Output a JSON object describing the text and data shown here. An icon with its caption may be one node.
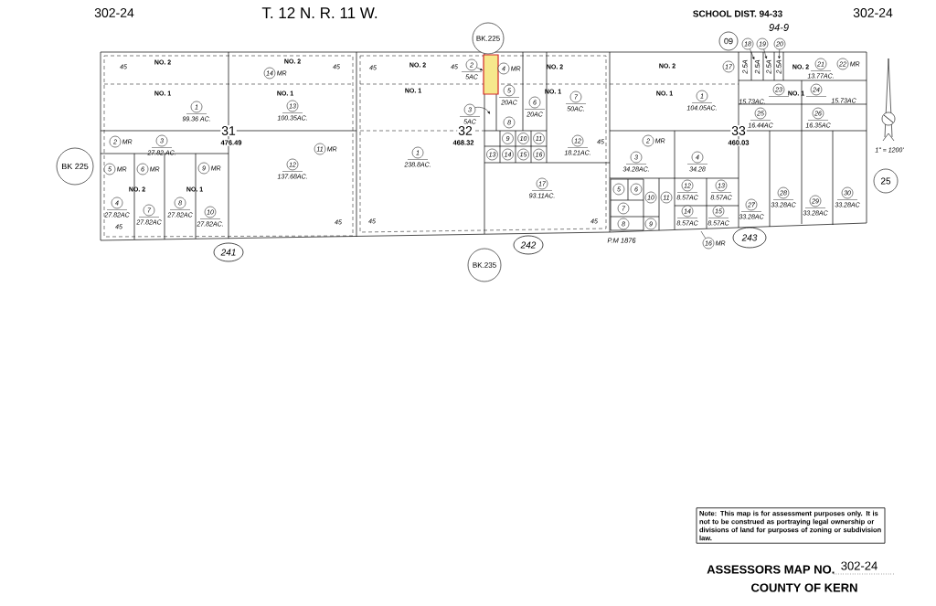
{
  "diagram": {
    "nodes": [
      {
        "text": [
          "BK.225"
        ]
      },
      {
        "text": [
          "09"
        ]
      },
      {
        "text": [
          "18"
        ]
      },
      {
        "text": [
          "19"
        ]
      },
      {
        "text": [
          "20"
        ]
      },
      {
        "text": [
          "14"
        ],
        "beside": [
          "MR"
        ]
      },
      {
        "text": [
          "1"
        ],
        "beside": [
          "99.36 AC."
        ]
      },
      {
        "text": [
          "13"
        ],
        "beside": [
          "100.35AC."
        ]
      },
      {
        "text": [
          "2"
        ],
        "beside": [
          "MR"
        ]
      },
      {
        "text": [
          "3"
        ],
        "beside": [
          "27.82 AC."
        ]
      },
      {
        "text": [
          "11"
        ],
        "beside": [
          "MR"
        ]
      },
      {
        "text": [
          "12"
        ],
        "beside": [
          "137.68AC."
        ]
      },
      {
        "text": [
          "5"
        ],
        "beside": [
          "MR"
        ]
      },
      {
        "text": [
          "6"
        ],
        "beside": [
          "MR"
        ]
      },
      {
        "text": [
          "9"
        ],
        "beside": [
          "MR"
        ]
      },
      {
        "text": [
          "4"
        ],
        "beside": [
          "27.82AC"
        ]
      },
      {
        "text": [
          "7"
        ],
        "beside": [
          "27.82AC"
        ]
      },
      {
        "text": [
          "8"
        ],
        "beside": [
          "27.82AC"
        ]
      },
      {
        "text": [
          "10"
        ],
        "beside": [
          "27.82AC."
        ]
      },
      {
        "text": [
          "BK 225"
        ]
      },
      {
        "text": [
          "2"
        ],
        "beside": [
          "5AC"
        ]
      },
      {
        "text": [],
        "shape": "box"
      },
      {
        "text": [
          "4"
        ],
        "beside": [
          "MR"
        ]
      },
      {
        "text": [
          "5"
        ],
        "beside": [
          "20AC"
        ]
      },
      {
        "text": [
          "6"
        ],
        "beside": [
          "20AC"
        ]
      },
      {
        "text": [
          "7"
        ],
        "beside": [
          "50AC."
        ]
      },
      {
        "text": [
          "3"
        ],
        "beside": [
          "5AC"
        ]
      },
      {
        "text": [
          "8"
        ]
      },
      {
        "text": [
          "9"
        ]
      },
      {
        "text": [
          "10"
        ]
      },
      {
        "text": [
          "11"
        ]
      },
      {
        "text": [
          "13"
        ]
      },
      {
        "text": [
          "14"
        ]
      },
      {
        "text": [
          "15"
        ]
      },
      {
        "text": [
          "16"
        ]
      },
      {
        "text": [
          "12"
        ],
        "beside": [
          "18.21AC."
        ]
      },
      {
        "text": [
          "1"
        ],
        "beside": [
          "238.8AC."
        ]
      },
      {
        "text": [
          "17"
        ],
        "beside": [
          "93.11AC."
        ]
      },
      {
        "text": [
          "17"
        ]
      },
      {
        "text": [
          "2.5A"
        ]
      },
      {
        "text": [
          "2.5A"
        ]
      },
      {
        "text": [
          "2.5A"
        ]
      },
      {
        "text": [
          "2.5A"
        ]
      },
      {
        "text": [
          "21"
        ],
        "beside": [
          "13.77AC."
        ]
      },
      {
        "text": [
          "22"
        ],
        "beside": [
          "MR"
        ]
      },
      {
        "text": [
          "1"
        ],
        "beside": [
          "104.05AC."
        ]
      },
      {
        "text": [
          "23"
        ],
        "beside": [
          "15.73AC."
        ]
      },
      {
        "text": [
          "24"
        ],
        "beside": [
          "15.73AC"
        ]
      },
      {
        "text": [
          "25"
        ],
        "beside": [
          "16.44AC"
        ]
      },
      {
        "text": [
          "26"
        ],
        "beside": [
          "16.35AC"
        ]
      },
      {
        "text": [
          "2"
        ],
        "beside": [
          "MR"
        ]
      },
      {
        "text": [
          "3"
        ],
        "beside": [
          "34.28AC."
        ]
      },
      {
        "text": [
          "4"
        ],
        "beside": [
          "34.28"
        ]
      },
      {
        "text": [
          "12"
        ],
        "beside": [
          "8.57AC"
        ]
      },
      {
        "text": [
          "13"
        ],
        "beside": [
          "8.57AC"
        ]
      },
      {
        "text": [
          "5"
        ]
      },
      {
        "text": [
          "6"
        ]
      },
      {
        "text": [
          "10"
        ]
      },
      {
        "text": [
          "11"
        ]
      },
      {
        "text": [
          "27"
        ],
        "beside": [
          "33.28AC"
        ]
      },
      {
        "text": [
          "28"
        ],
        "beside": [
          "33.28AC"
        ]
      },
      {
        "text": [
          "29"
        ],
        "beside": [
          "33.28AC"
        ]
      },
      {
        "text": [
          "30"
        ],
        "beside": [
          "33.28AC"
        ]
      },
      {
        "text": [
          "7"
        ]
      },
      {
        "text": [
          "14"
        ],
        "beside": [
          "8.57AC"
        ]
      },
      {
        "text": [
          "15"
        ],
        "beside": [
          "8.57AC"
        ]
      },
      {
        "text": [
          "8"
        ]
      },
      {
        "text": [
          "9"
        ]
      },
      {
        "text": [
          "25"
        ]
      },
      {
        "text": [
          "241"
        ]
      },
      {
        "text": [
          "242"
        ]
      },
      {
        "text": [
          "16"
        ],
        "beside": [
          "MR"
        ]
      },
      {
        "text": [
          "243"
        ]
      },
      {
        "text": [
          "BK.235"
        ]
      },
      {
        "text": [
          "Note: This map is for assessment purposes only. It is not to be construed as portraying legal ownership or divisions of land for purposes of zoning or subdivision law."
        ]
      }
    ],
    "edges": [
      {
        "from": 20,
        "to": 21,
        "arrow": "to"
      },
      {
        "from": 26,
        "to": null,
        "arrow": "to"
      },
      {
        "from": 2,
        "to": 40,
        "arrow": "to"
      },
      {
        "from": 3,
        "to": 41,
        "arrow": "to"
      },
      {
        "from": 4,
        "to": 42,
        "arrow": "to"
      },
      {
        "from": 71,
        "to": null,
        "arrow": "none"
      }
    ],
    "labels": [
      "302-24",
      "T. 12 N. R. 11 W.",
      "SCHOOL DIST. 94-33",
      "94-9",
      "302-24",
      "NO. 2",
      "NO. 2",
      "45",
      "45",
      "NO. 1",
      "NO. 1",
      "31",
      "476.49",
      "NO. 2",
      "NO. 1",
      "45",
      "45",
      "45",
      "NO. 2",
      "45",
      "NO. 2",
      "NO. 1",
      "NO. 1",
      "32",
      "468.32",
      "45",
      "45",
      "45",
      "NO. 2",
      "NO. 2",
      "NO. 1",
      "NO. 1",
      "33",
      "460.03",
      "1\" = 1200'",
      "P.M 1876",
      "ASSESSORS MAP NO.",
      "302-24",
      "COUNTY OF KERN"
    ]
  }
}
